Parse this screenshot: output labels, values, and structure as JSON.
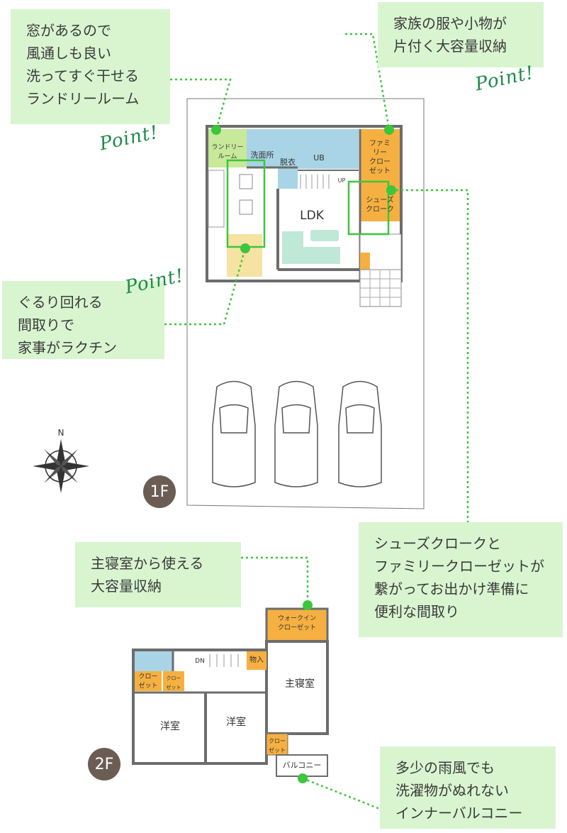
{
  "callouts": {
    "laundry": [
      "窓があるので",
      "風通しも良い",
      "洗ってすぐ干せる",
      "ランドリールーム"
    ],
    "family_closet": [
      "家族の服や小物が",
      "片付く大容量収納"
    ],
    "loop_layout": [
      "ぐるり回れる",
      "間取りで",
      "家事がラクチン"
    ],
    "shoe_cloak": [
      "シューズクロークと",
      "ファミリークローゼットが",
      "繋がってお出かけ準備に",
      "便利な間取り"
    ],
    "master_storage": [
      "主寝室から使える",
      "大容量収納"
    ],
    "balcony": [
      "多少の雨風でも",
      "洗濯物がぬれない",
      "インナーバルコニー"
    ]
  },
  "point_label": "Point!",
  "floors": {
    "first": "1F",
    "second": "2F"
  },
  "compass": "N",
  "rooms_1f": {
    "laundry": "ランドリー\nルーム",
    "washroom": "洗面所",
    "dressing": "脱衣",
    "ub": "UB",
    "family_closet": "ファミ\nリー\nクロー\nゼット",
    "shoe_cloak": "シューズ\nクローク",
    "ldk": "LDK",
    "up": "UP"
  },
  "rooms_2f": {
    "walkin": "ウォークイン\nクローゼット",
    "dn": "DN",
    "storage": "物入",
    "master": "主寝室",
    "closet_a": "クロー\nゼット",
    "closet_b": "クロー\nゼット",
    "closet_c": "クロー\nゼット",
    "western1": "洋室",
    "western2": "洋室",
    "balcony": "バルコニー"
  },
  "colors": {
    "accent_green": "#3cc63c",
    "callout_bg": "#d8f5d0",
    "closet_orange": "#f5b041",
    "laundry_green": "#c8e89a",
    "bath_blue": "#a9d4e6",
    "dining_yellow": "#f6e3a1",
    "sofa_mint": "#bfe8d6"
  }
}
